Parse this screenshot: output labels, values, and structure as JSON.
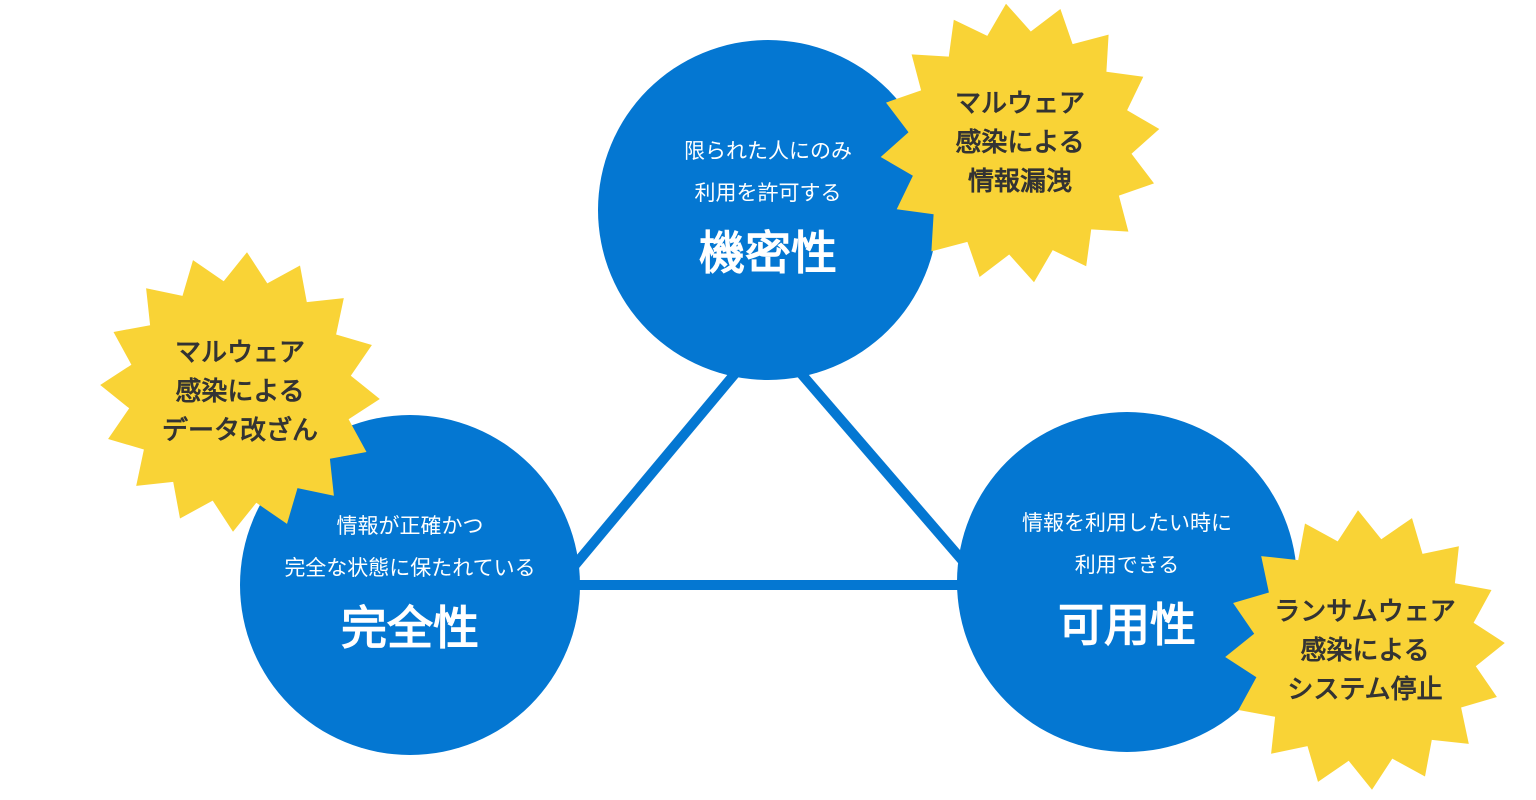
{
  "colors": {
    "circle": "#0477d2",
    "star": "#f9d336",
    "star_text": "#333333",
    "line": "#0477d2"
  },
  "pillars": [
    {
      "id": "confidentiality",
      "desc": [
        "限られた人にのみ",
        "利用を許可する"
      ],
      "title": "機密性"
    },
    {
      "id": "integrity",
      "desc": [
        "情報が正確かつ",
        "完全な状態に保たれている"
      ],
      "title": "完全性"
    },
    {
      "id": "availability",
      "desc": [
        "情報を利用したい時に",
        "利用できる"
      ],
      "title": "可用性"
    }
  ],
  "threats": [
    {
      "id": "leak",
      "lines": [
        "マルウェア",
        "感染による",
        "情報漏洩"
      ]
    },
    {
      "id": "tamper",
      "lines": [
        "マルウェア",
        "感染による",
        "データ改ざん"
      ]
    },
    {
      "id": "stop",
      "lines": [
        "ランサムウェア",
        "感染による",
        "システム停止"
      ]
    }
  ]
}
